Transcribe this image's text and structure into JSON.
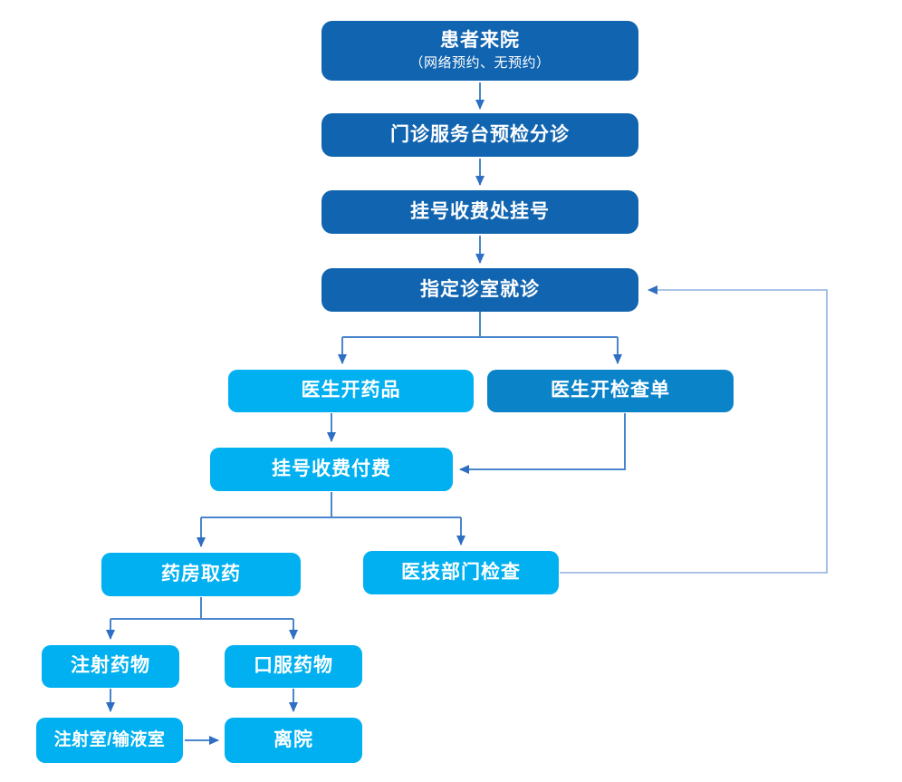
{
  "flowchart": {
    "colors": {
      "dark_blue": "#1164B0",
      "medium_blue": "#0A83C9",
      "light_blue": "#00B0F0",
      "connector": "#4A86CE",
      "connector_head": "#2E6FC3",
      "connector_light": "#8FB0E0",
      "text_color": "#FFFFFF"
    },
    "nodes": {
      "patient": {
        "label": "患者来院",
        "sublabel": "（网络预约、无预约）"
      },
      "triage": {
        "label": "门诊服务台预检分诊"
      },
      "register": {
        "label": "挂号收费处挂号"
      },
      "consult": {
        "label": "指定诊室就诊"
      },
      "prescribe": {
        "label": "医生开药品"
      },
      "order_exam": {
        "label": "医生开检查单"
      },
      "pay": {
        "label": "挂号收费付费"
      },
      "pharmacy": {
        "label": "药房取药"
      },
      "medtech": {
        "label": "医技部门检查"
      },
      "injection": {
        "label": "注射药物"
      },
      "oral": {
        "label": "口服药物"
      },
      "injection_room": {
        "label": "注射室/输液室"
      },
      "leave": {
        "label": "离院"
      }
    },
    "edges": [
      {
        "from": "patient",
        "to": "triage"
      },
      {
        "from": "triage",
        "to": "register"
      },
      {
        "from": "register",
        "to": "consult"
      },
      {
        "from": "consult",
        "to": "prescribe"
      },
      {
        "from": "consult",
        "to": "order_exam"
      },
      {
        "from": "prescribe",
        "to": "pay"
      },
      {
        "from": "order_exam",
        "to": "pay"
      },
      {
        "from": "pay",
        "to": "pharmacy"
      },
      {
        "from": "pay",
        "to": "medtech"
      },
      {
        "from": "pharmacy",
        "to": "injection"
      },
      {
        "from": "pharmacy",
        "to": "oral"
      },
      {
        "from": "injection",
        "to": "injection_room"
      },
      {
        "from": "oral",
        "to": "leave"
      },
      {
        "from": "injection_room",
        "to": "leave"
      },
      {
        "from": "medtech",
        "to": "consult"
      }
    ]
  }
}
